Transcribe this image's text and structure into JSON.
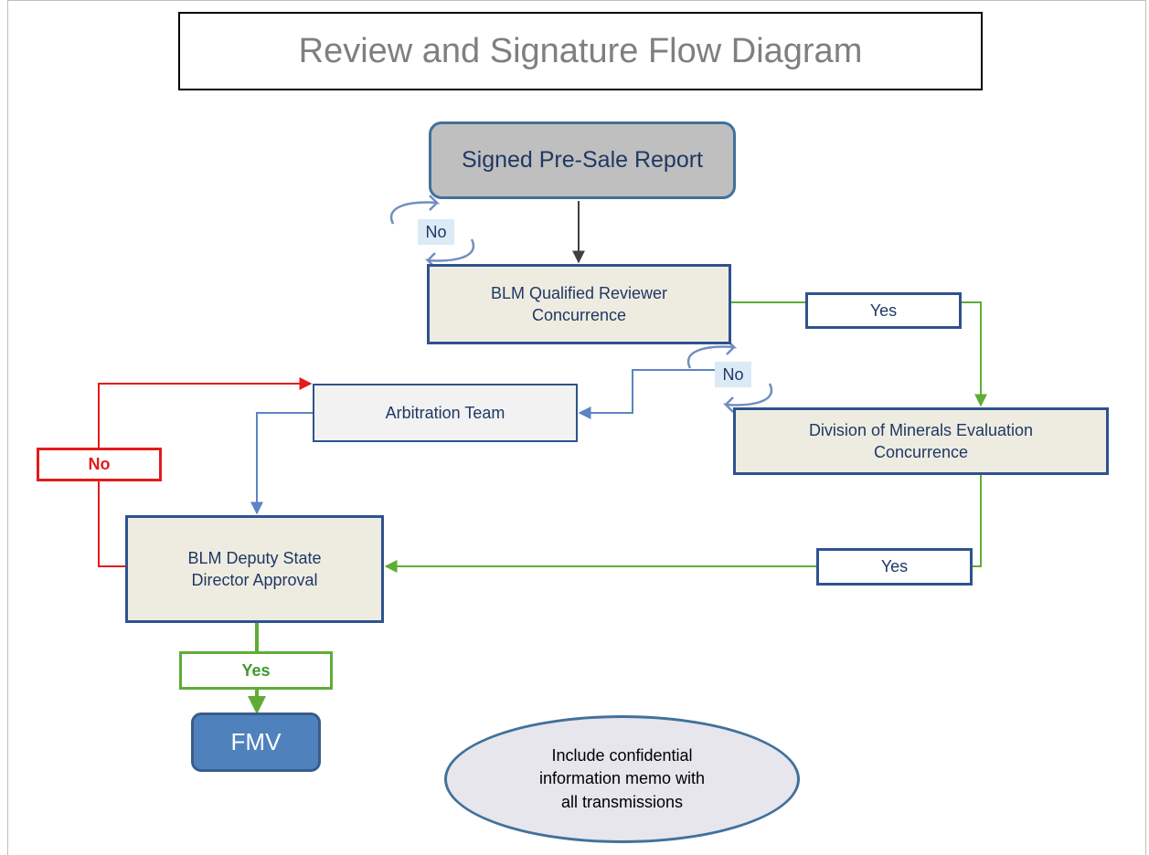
{
  "title": "Review and Signature Flow Diagram",
  "nodes": {
    "start": "Signed Pre-Sale Report",
    "qualified_reviewer": "BLM Qualified Reviewer\nConcurrence",
    "arbitration": "Arbitration Team",
    "division": "Division of Minerals Evaluation\nConcurrence",
    "deputy": "BLM Deputy State\nDirector Approval",
    "fmv": "FMV",
    "note": "Include  confidential\ninformation memo with\nall transmissions"
  },
  "edge_labels": {
    "yes_1": "Yes",
    "yes_2": "Yes",
    "yes_final": "Yes",
    "no_red": "No",
    "no_loop_1": "No",
    "no_loop_2": "No"
  },
  "colors": {
    "gray_arrow": "#404040",
    "blue_line": "#5b84c4",
    "green_line": "#5fac36",
    "red_line": "#e31b1b"
  }
}
